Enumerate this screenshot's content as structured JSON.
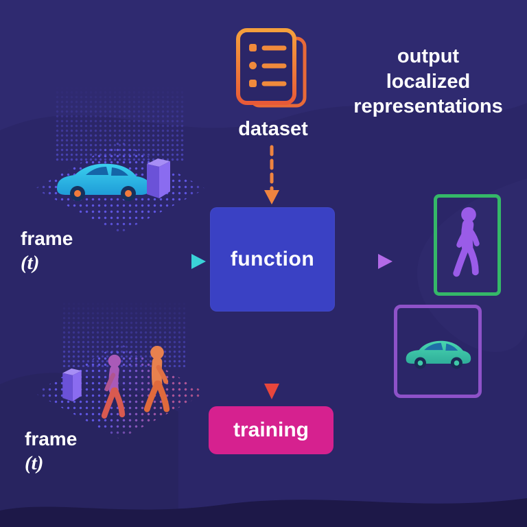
{
  "labels": {
    "dataset": "dataset",
    "output": [
      "output",
      "localized",
      "representations"
    ],
    "function": "function",
    "training": "training",
    "frame_top": [
      "frame",
      "(t)"
    ],
    "frame_bottom": [
      "frame",
      "(t)"
    ]
  },
  "icons": {
    "dataset": "document-list-icon",
    "frame_top": "car-scene-icon",
    "frame_bottom": "pedestrians-scene-icon",
    "output_person": "person-bounding-box-icon",
    "output_car": "car-bounding-box-icon",
    "arrows": [
      "dataset-to-function-dashed-arrow",
      "frame-to-function-arrow",
      "function-to-output-arrow",
      "function-to-training-dashed-arrow"
    ]
  },
  "colors": {
    "background": "#2b2668",
    "function_box": "#3a41c4",
    "training_box": "#d6218f",
    "dataset_icon": "#ef8440",
    "arrow_cyan": "#38c5dc",
    "arrow_purple": "#b36ae8",
    "arrow_dashed_orange": "#ef8440",
    "arrow_dashed_red": "#e8463c",
    "person_box_border": "#35b868",
    "car_box_border": "#8e52c8",
    "text": "#ffffff"
  }
}
